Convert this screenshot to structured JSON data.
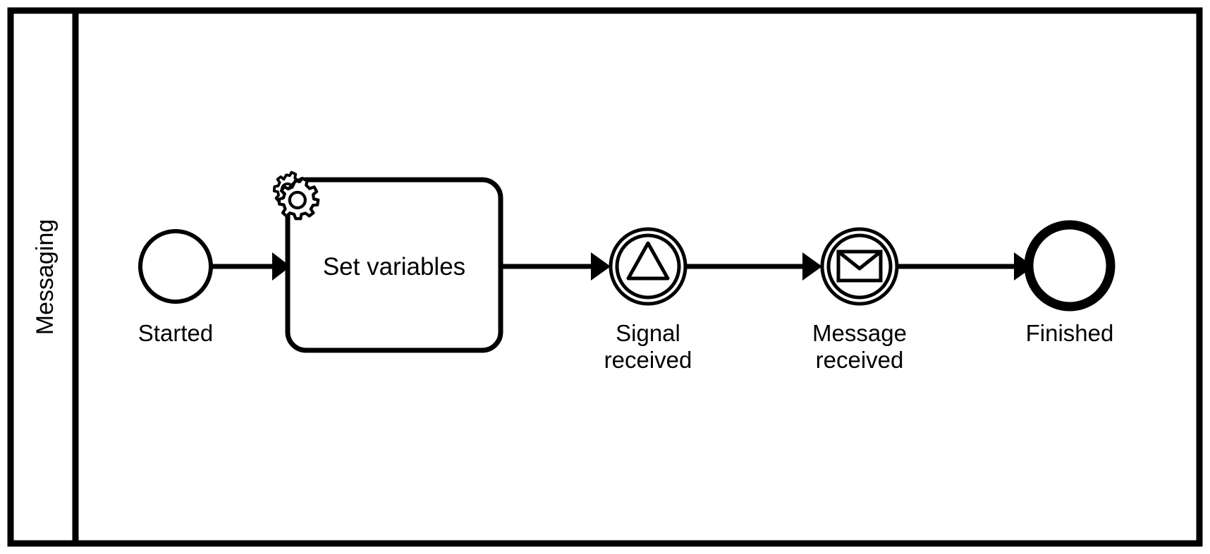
{
  "diagram": {
    "type": "bpmn-process",
    "pool": {
      "lane_label": "Messaging"
    },
    "nodes": [
      {
        "id": "start",
        "kind": "start-event",
        "icon": "circle-thin-icon",
        "label": "Started"
      },
      {
        "id": "set-variables",
        "kind": "script-task",
        "icon": "gears-icon",
        "label": "Set variables"
      },
      {
        "id": "signal-received",
        "kind": "intermediate-catch-event-signal",
        "icon": "triangle-icon",
        "label_line1": "Signal",
        "label_line2": "received"
      },
      {
        "id": "message-received",
        "kind": "intermediate-catch-event-message",
        "icon": "envelope-icon",
        "label_line1": "Message",
        "label_line2": "received"
      },
      {
        "id": "end",
        "kind": "end-event",
        "icon": "circle-thick-icon",
        "label": "Finished"
      }
    ],
    "flows": [
      {
        "id": "flow-1",
        "from": "start",
        "to": "set-variables"
      },
      {
        "id": "flow-2",
        "from": "set-variables",
        "to": "signal-received"
      },
      {
        "id": "flow-3",
        "from": "signal-received",
        "to": "message-received"
      },
      {
        "id": "flow-4",
        "from": "message-received",
        "to": "end"
      }
    ],
    "colors": {
      "stroke": "#000000",
      "fill": "#ffffff"
    }
  }
}
